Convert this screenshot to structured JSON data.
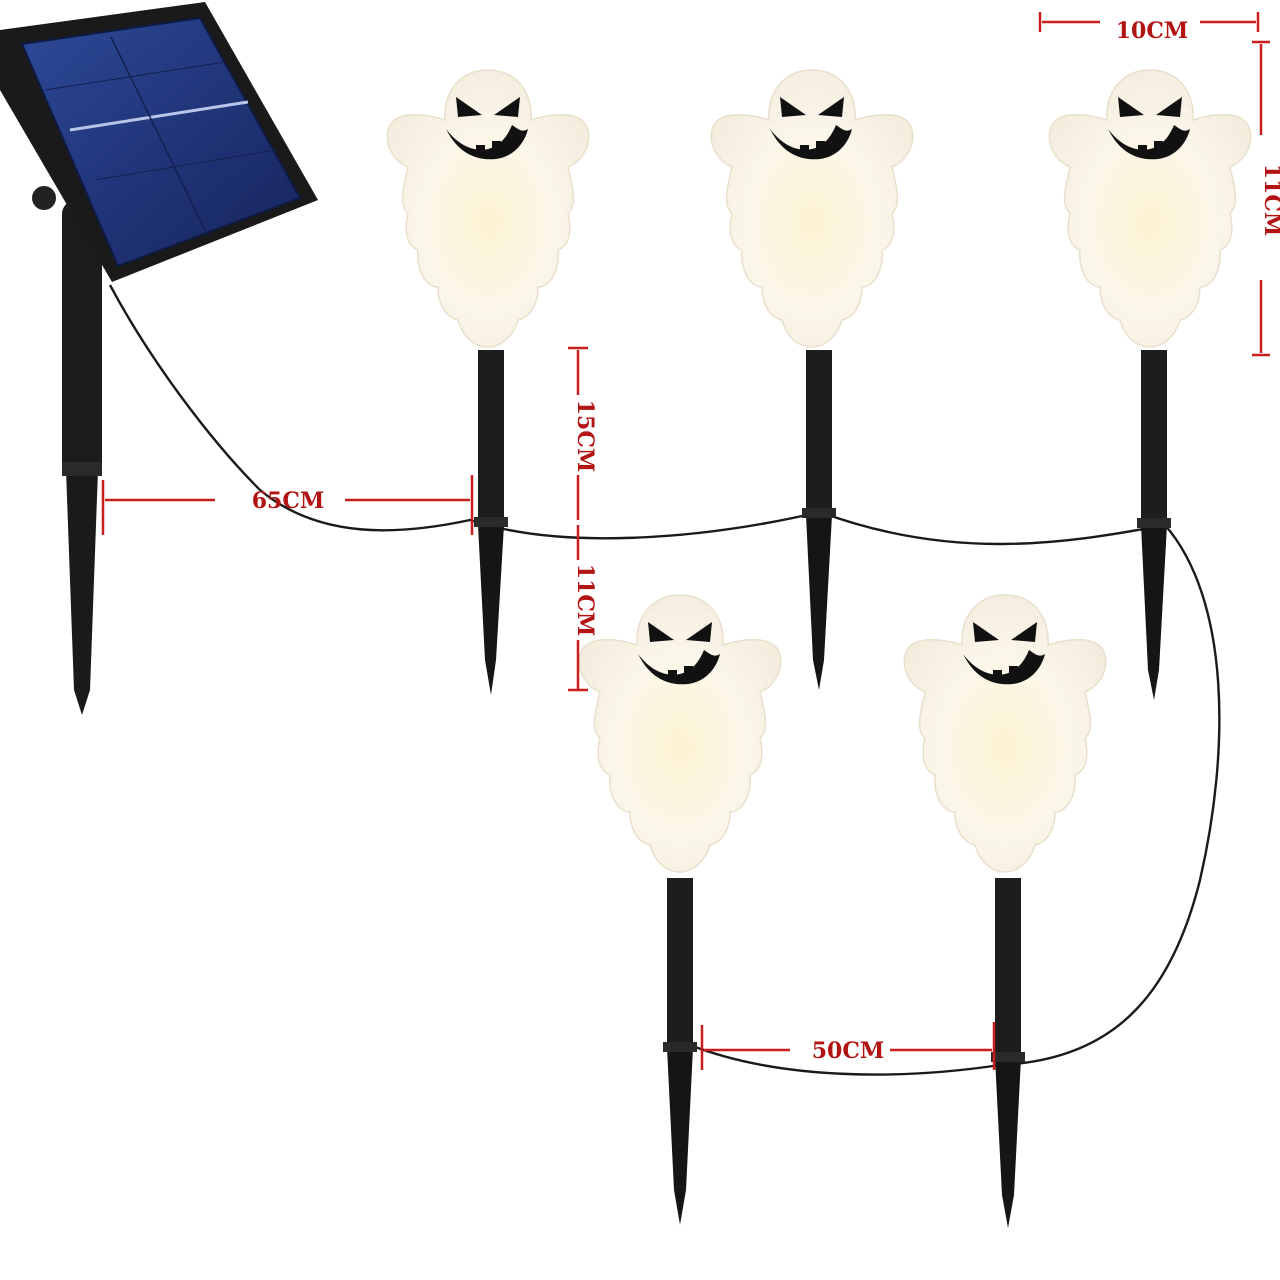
{
  "dimensions": {
    "ghost_width": "10CM",
    "ghost_height": "11CM",
    "stake_upper_length": "15CM",
    "stake_spike_length": "11CM",
    "panel_to_first_light": "65CM",
    "light_spacing": "50CM"
  },
  "colors": {
    "dimension_red": "#c81e1e",
    "ghost_body": "#fbf6ea",
    "ghost_glow": "#f6e7bd",
    "stake": "#1d1d1d",
    "panel_cells": "#24377a",
    "panel_frame": "#1a1a1a"
  },
  "objects": {
    "ghost_count": 5,
    "solar_panel_count": 1
  }
}
